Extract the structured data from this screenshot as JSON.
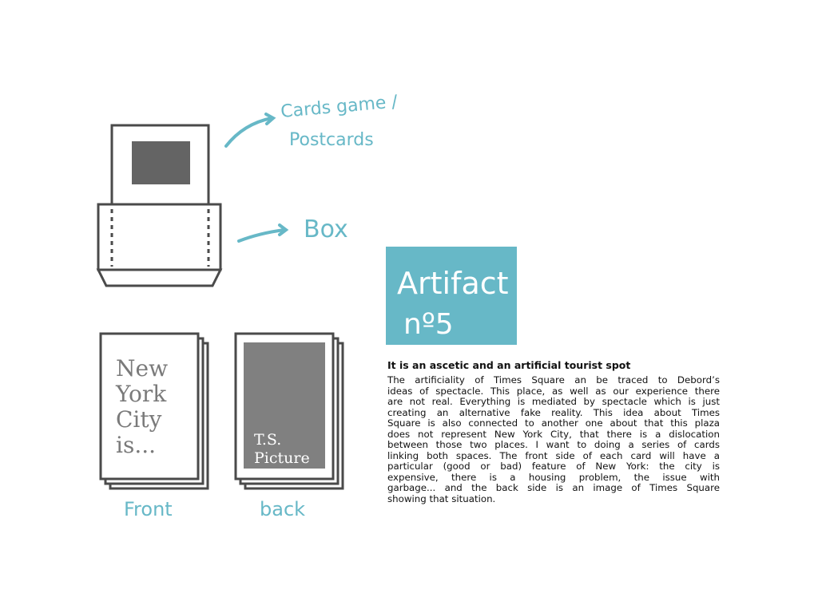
{
  "annotations": {
    "cards_label_1": "Cards game /",
    "cards_label_2": "Postcards",
    "box_label": "Box",
    "front_label": "Front",
    "back_label": "back"
  },
  "front_card": {
    "lines": [
      "New",
      "York",
      "City",
      "is..."
    ]
  },
  "back_card": {
    "lines": [
      "T.S.",
      "Picture"
    ]
  },
  "artifact": {
    "line1": "Artifact",
    "line2": "nº5"
  },
  "article": {
    "heading": "It is an ascetic and an artificial tourist spot",
    "lines": [
      "The artificiality of Times Square an be traced to Debord’s",
      "ideas of spectacle. This place, as well as our experience there",
      "are not real. Everything is mediated by spectacle which is just",
      "creating an alternative fake reality. This idea about Times",
      "Square is also connected to another one about that this plaza",
      "does not represent New York City, that there is a dislocation",
      "between those two places. I want to doing a series of cards",
      "linking both spaces. The front side of each card will have a",
      "particular (good or bad) feature of New York: the city is",
      "expensive, there is a housing problem, the issue with",
      "garbage... and the back side is an image of Times Square",
      "showing that situation."
    ]
  },
  "colors": {
    "teal": "#67b8c7",
    "ink": "#4a4a4a",
    "fill": "#646464"
  }
}
